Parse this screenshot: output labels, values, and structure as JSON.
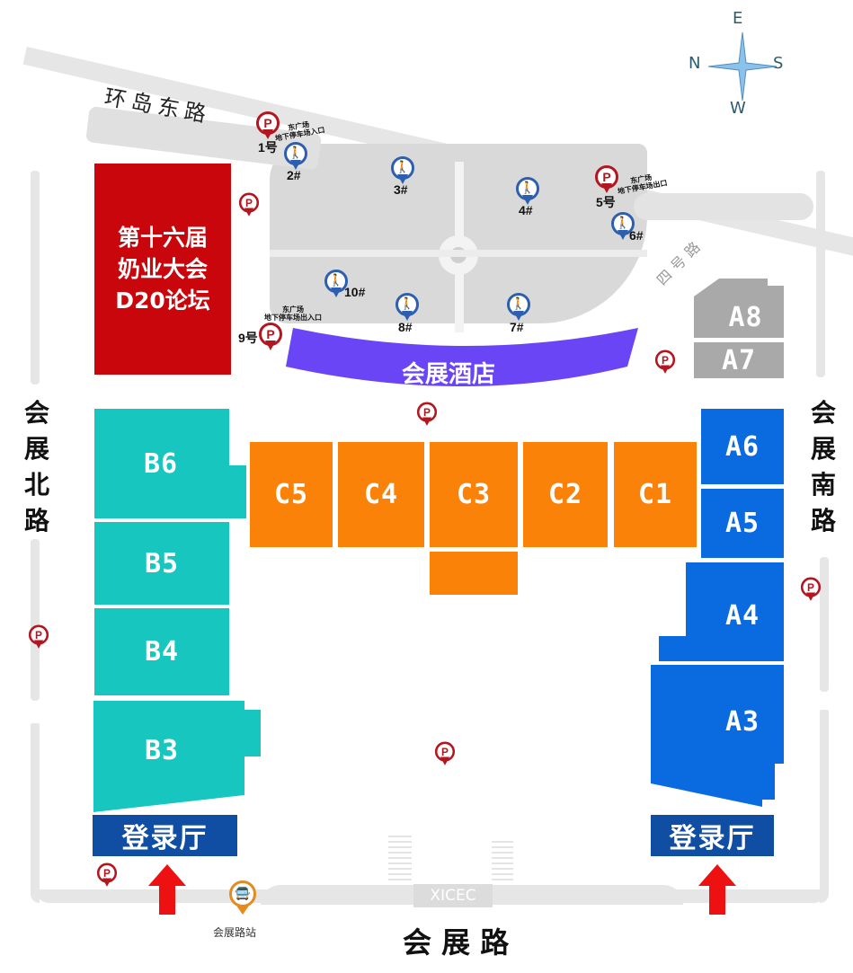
{
  "compass": {
    "north": "N",
    "south": "S",
    "east": "E",
    "west": "W"
  },
  "roads": {
    "top": "环岛东路",
    "left": [
      "会",
      "展",
      "北",
      "路"
    ],
    "right": [
      "会",
      "展",
      "南",
      "路"
    ],
    "bottom": "会 展 路",
    "diagonal": "四号路",
    "gate_sign": "XICEC"
  },
  "forum": {
    "lines": [
      "第十六届",
      "奶业大会",
      "D20论坛"
    ],
    "color": "#c8060b"
  },
  "hotel": {
    "label": "会展酒店",
    "color": "#6a45f5"
  },
  "halls": {
    "b": [
      {
        "id": "B6"
      },
      {
        "id": "B5"
      },
      {
        "id": "B4"
      },
      {
        "id": "B3"
      }
    ],
    "c": [
      {
        "id": "C5"
      },
      {
        "id": "C4"
      },
      {
        "id": "C3"
      },
      {
        "id": "C2"
      },
      {
        "id": "C1"
      }
    ],
    "a": [
      {
        "id": "A8"
      },
      {
        "id": "A7"
      },
      {
        "id": "A6"
      },
      {
        "id": "A5"
      },
      {
        "id": "A4"
      },
      {
        "id": "A3"
      }
    ],
    "colors": {
      "b": "#18c6c0",
      "c": "#fb8208",
      "a": "#0a6be0",
      "a_grey": "#a9a9a9"
    }
  },
  "lobbies": {
    "left": "登录厅",
    "right": "登录厅",
    "color": "#0f4ea3"
  },
  "parking": {
    "symbol": "P",
    "p1": {
      "label": "1号",
      "note": [
        "东广场",
        "地下停车场入口"
      ]
    },
    "p5": {
      "label": "5号",
      "note": [
        "东广场",
        "地下停车场出口"
      ]
    },
    "p9": {
      "label": "9号",
      "note": [
        "东广场",
        "地下停车场出入口"
      ]
    }
  },
  "entrances": [
    "2#",
    "3#",
    "4#",
    "6#",
    "7#",
    "8#",
    "10#"
  ],
  "bus_stop": {
    "label": "会展路站"
  }
}
